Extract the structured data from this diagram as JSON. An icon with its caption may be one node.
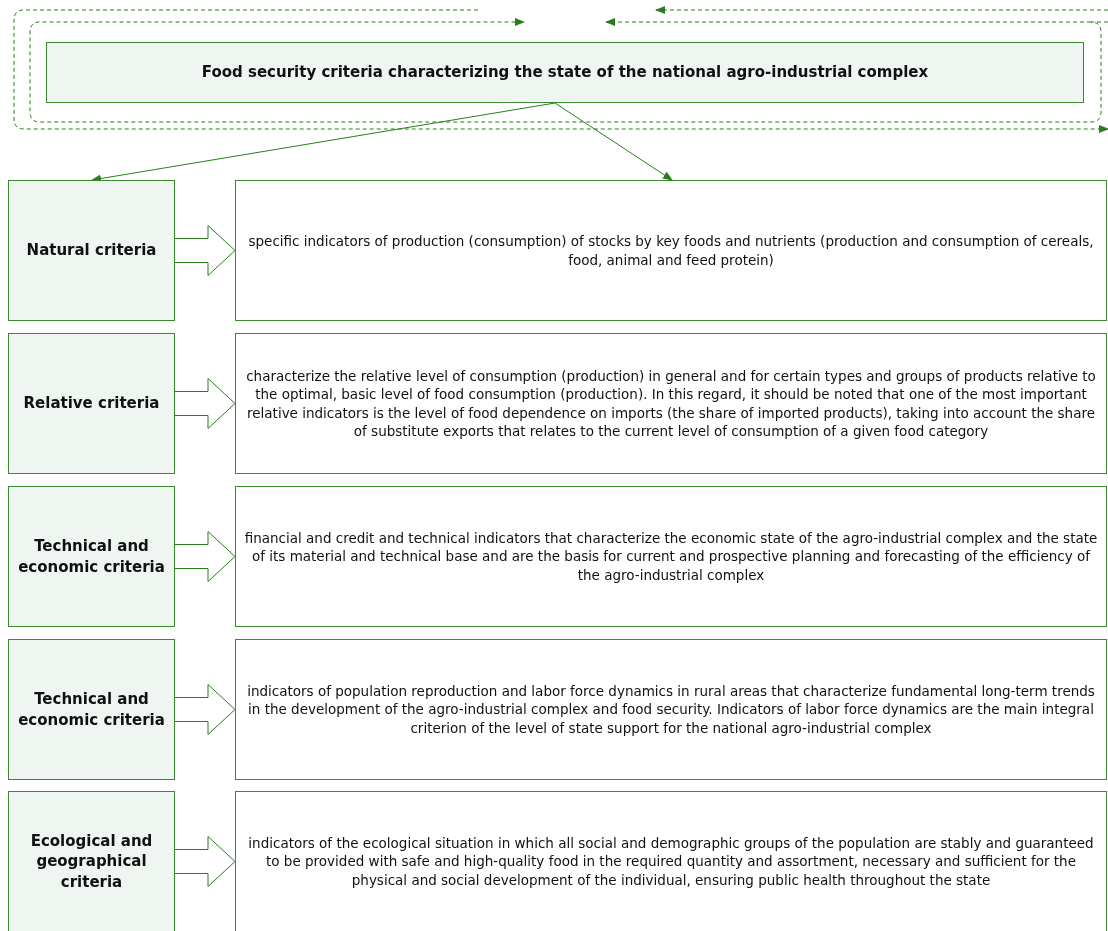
{
  "diagram": {
    "nodes": [
      {
        "text": [
          "Food security criteria characterizing the state of the national agro-industrial complex"
        ]
      },
      {
        "text": [
          "Natural criteria"
        ]
      },
      {
        "text": [
          "specific indicators of production (consumption) of stocks by key foods and nutrients (production and consumption of cereals, food, animal and feed protein)"
        ]
      },
      {
        "text": [
          "Relative criteria"
        ]
      },
      {
        "text": [
          "characterize the relative level of consumption (production) in general and for certain types and groups of products relative to the optimal, basic level of food consumption (production). In this regard, it should be noted that one of the most important relative indicators is the level of food dependence on imports (the share of imported products), taking into account the share of substitute exports that relates to the current level of consumption of a given food category"
        ]
      },
      {
        "text": [
          "Technical and economic criteria"
        ]
      },
      {
        "text": [
          "financial and credit and technical indicators that characterize the economic state of the agro-industrial complex and the state of its material and technical base and are the basis for current and prospective planning and forecasting of the efficiency of the agro-industrial complex"
        ]
      },
      {
        "text": [
          "Technical and economic criteria"
        ]
      },
      {
        "text": [
          "indicators of population reproduction and labor force dynamics in rural areas that characterize fundamental long-term trends in the development of the agro-industrial complex and food security. Indicators of labor force dynamics are the main integral criterion of the level of state support for the national agro-industrial complex"
        ]
      },
      {
        "text": [
          "Ecological and geographical criteria"
        ]
      },
      {
        "text": [
          "indicators of the ecological situation in which all social and demographic groups of the population are stably and guaranteed to be provided with safe and high-quality food in the required quantity and assortment, necessary and sufficient for the physical and social development of the individual, ensuring public health throughout the state"
        ]
      }
    ],
    "edges": [
      {
        "from": 0,
        "to": 1,
        "arrow": "to"
      },
      {
        "from": 0,
        "to": 2,
        "arrow": "to"
      },
      {
        "from": 1,
        "to": 2,
        "arrow": "to",
        "style": "thick"
      },
      {
        "from": 3,
        "to": 4,
        "arrow": "to",
        "style": "thick"
      },
      {
        "from": 5,
        "to": 6,
        "arrow": "to",
        "style": "thick"
      },
      {
        "from": 7,
        "to": 8,
        "arrow": "to",
        "style": "thick"
      },
      {
        "from": 9,
        "to": 10,
        "arrow": "to",
        "style": "thick"
      }
    ]
  }
}
